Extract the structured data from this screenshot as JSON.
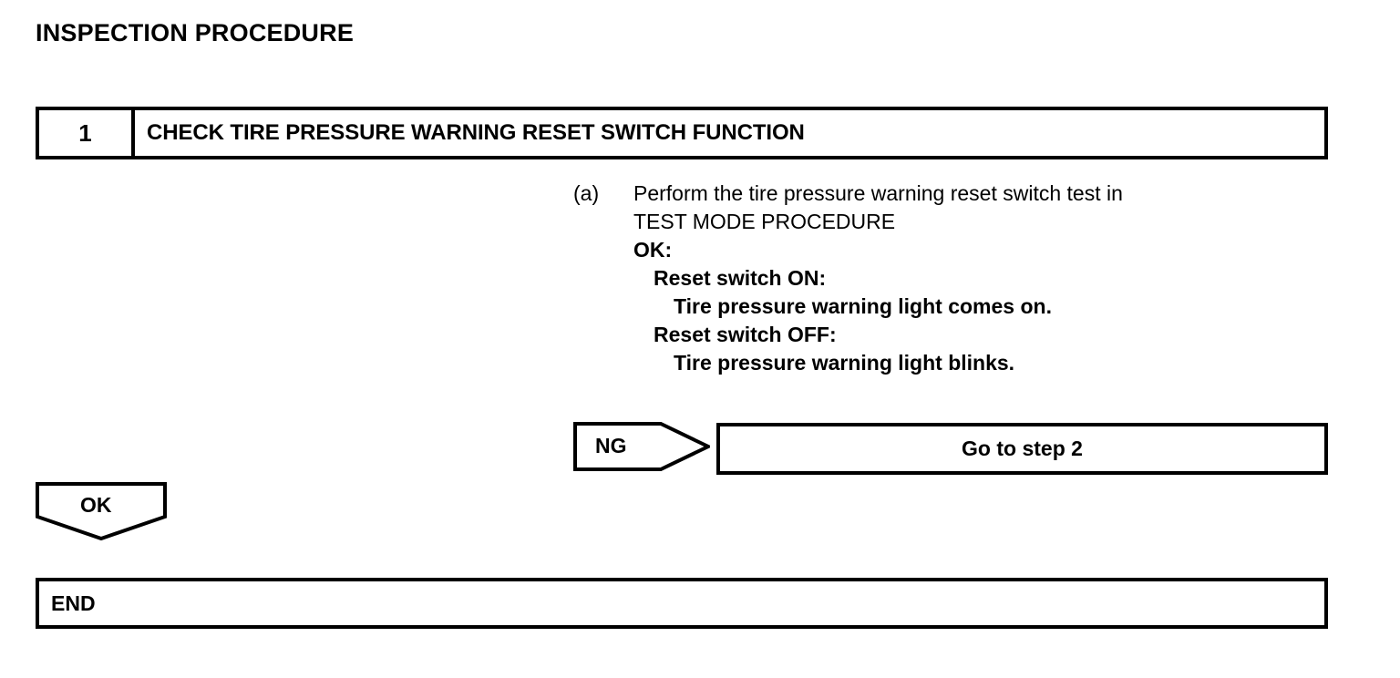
{
  "page": {
    "title": "INSPECTION PROCEDURE",
    "background_color": "#ffffff",
    "line_color": "#000000"
  },
  "step": {
    "number": "1",
    "title": "CHECK TIRE PRESSURE WARNING RESET SWITCH FUNCTION"
  },
  "procedure": {
    "marker": "(a)",
    "lines": [
      {
        "text": "Perform the tire pressure warning reset switch test in",
        "bold": false,
        "indent": 0
      },
      {
        "text": "TEST MODE PROCEDURE",
        "bold": false,
        "indent": 0
      },
      {
        "text": "OK:",
        "bold": true,
        "indent": 0
      },
      {
        "text": "Reset switch ON:",
        "bold": true,
        "indent": 1
      },
      {
        "text": "Tire pressure warning light comes on.",
        "bold": true,
        "indent": 2
      },
      {
        "text": "Reset switch OFF:",
        "bold": true,
        "indent": 1
      },
      {
        "text": "Tire pressure warning light blinks.",
        "bold": true,
        "indent": 2
      }
    ]
  },
  "flow": {
    "ng_flag_label": "NG",
    "ng_target_label": "Go to step 2",
    "ok_flag_label": "OK",
    "end_label": "END"
  }
}
